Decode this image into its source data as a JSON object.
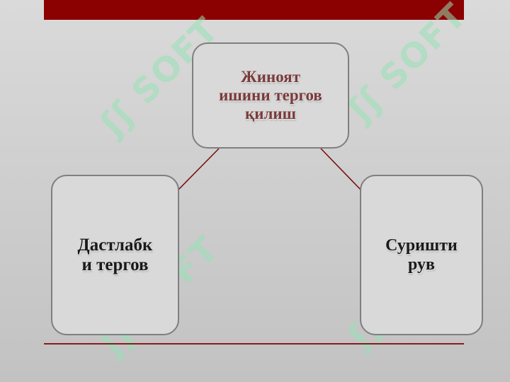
{
  "diagram": {
    "root": {
      "lines": [
        "Жиноят",
        "ишини тергов",
        "қилиш"
      ]
    },
    "children": [
      {
        "lines": [
          "Дастлабк",
          "и тергов"
        ]
      },
      {
        "lines": [
          "Суришти",
          "рув"
        ]
      }
    ]
  },
  "colors": {
    "top_bar": "#8b0000",
    "connector": "#7a1010",
    "root_text": "#7a3b3b",
    "node_fill": "#d9d9d9",
    "node_border": "#7f7f7f"
  }
}
